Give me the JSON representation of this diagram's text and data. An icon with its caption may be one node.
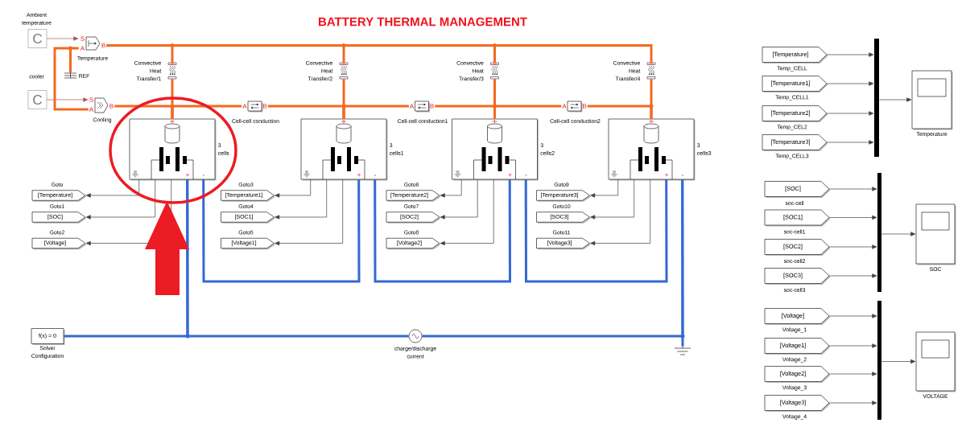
{
  "diagram": {
    "title": "BATTERY THERMAL MANAGEMENT",
    "nodes": [
      {
        "text": [
          "C"
        ],
        "beside": [
          "Ambient temperature"
        ]
      },
      {
        "text": [
          "S",
          "A",
          "B"
        ],
        "beside": [
          "Temperature"
        ]
      },
      {
        "text": [
          "REF"
        ]
      },
      {
        "text": [
          "C"
        ],
        "beside": [
          "cooler"
        ]
      },
      {
        "text": [
          "S",
          "A",
          "B"
        ],
        "beside": [
          "Cooling"
        ]
      },
      {
        "text": [],
        "shape": "picture",
        "beside": [
          "Convective Heat Transfer/1"
        ]
      },
      {
        "text": [],
        "shape": "picture",
        "beside": [
          "Convective Heat Transfer/2"
        ]
      },
      {
        "text": [],
        "shape": "picture",
        "beside": [
          "Convective Heat Transfer/3"
        ]
      },
      {
        "text": [],
        "shape": "picture",
        "beside": [
          "Convective Heat Transfer/4"
        ]
      },
      {
        "text": [
          "A",
          "B"
        ],
        "beside": [
          "Cell-cell conduction"
        ]
      },
      {
        "text": [
          "A",
          "B"
        ],
        "beside": [
          "Cell-cell conduction1"
        ]
      },
      {
        "text": [
          "A",
          "B"
        ],
        "beside": [
          "Cell-cell conduction2"
        ]
      },
      {
        "text": [],
        "shape": "box",
        "beside": [
          "3 cells"
        ]
      },
      {
        "text": [],
        "shape": "box",
        "beside": [
          "3 cells1"
        ]
      },
      {
        "text": [],
        "shape": "box",
        "beside": [
          "3 cells2"
        ]
      },
      {
        "text": [],
        "shape": "box",
        "beside": [
          "3 cells3"
        ]
      },
      {
        "text": [
          "[Temperature]"
        ],
        "beside": [
          "Goto"
        ]
      },
      {
        "text": [
          "[SOC]"
        ],
        "beside": [
          "Goto1"
        ]
      },
      {
        "text": [
          "[Voltage]"
        ],
        "beside": [
          "Goto2"
        ]
      },
      {
        "text": [
          "[Temperature1]"
        ],
        "beside": [
          "Goto3"
        ]
      },
      {
        "text": [
          "[SOC1]"
        ],
        "beside": [
          "Goto4"
        ]
      },
      {
        "text": [
          "[Voltage1]"
        ],
        "beside": [
          "Goto5"
        ]
      },
      {
        "text": [
          "[Temperature2]"
        ],
        "beside": [
          "Goto6"
        ]
      },
      {
        "text": [
          "[SOC2]"
        ],
        "beside": [
          "Goto7"
        ]
      },
      {
        "text": [
          "[Voltage2]"
        ],
        "beside": [
          "Goto8"
        ]
      },
      {
        "text": [
          "[Temperature3]"
        ],
        "beside": [
          "Goto9"
        ]
      },
      {
        "text": [
          "[SOC3]"
        ],
        "beside": [
          "Goto10"
        ]
      },
      {
        "text": [
          "[Voltage3]"
        ],
        "beside": [
          "Goto11"
        ]
      },
      {
        "text": [
          "f(x) = 0"
        ],
        "beside": [
          "Solver Configuration"
        ]
      },
      {
        "text": [],
        "shape": "circle",
        "beside": [
          "charge/discharge current"
        ]
      },
      {
        "text": [],
        "shape": "picture"
      },
      {
        "text": [
          "[Temperature]"
        ],
        "beside": [
          "Temp_CELL"
        ]
      },
      {
        "text": [
          "[Temperature1]"
        ],
        "beside": [
          "Temp_CELL1"
        ]
      },
      {
        "text": [
          "[Temperature2]"
        ],
        "beside": [
          "Temp_CEL2"
        ]
      },
      {
        "text": [
          "[Temperature3]"
        ],
        "beside": [
          "Temp_CELL3"
        ]
      },
      {
        "text": [],
        "shape": "bar"
      },
      {
        "text": [],
        "shape": "box",
        "beside": [
          "Temperature"
        ]
      },
      {
        "text": [
          "[SOC]"
        ],
        "beside": [
          "soc-cell"
        ]
      },
      {
        "text": [
          "[SOC1]"
        ],
        "beside": [
          "soc-cell1"
        ]
      },
      {
        "text": [
          "[SOC2]"
        ],
        "beside": [
          "soc-cell2"
        ]
      },
      {
        "text": [
          "[SOC3]"
        ],
        "beside": [
          "soc-cell3"
        ]
      },
      {
        "text": [],
        "shape": "bar"
      },
      {
        "text": [],
        "shape": "box",
        "beside": [
          "SOC"
        ]
      },
      {
        "text": [
          "[Voltage]"
        ],
        "beside": [
          "Voltage_1"
        ]
      },
      {
        "text": [
          "[Voltage1]"
        ],
        "beside": [
          "Voltage_2"
        ]
      },
      {
        "text": [
          "[Voltage2]"
        ],
        "beside": [
          "Voltage_3"
        ]
      },
      {
        "text": [
          "[Voltage3]"
        ],
        "beside": [
          "Voltage_4"
        ]
      },
      {
        "text": [],
        "shape": "bar"
      },
      {
        "text": [],
        "shape": "box",
        "beside": [
          "VOLTAGE"
        ]
      }
    ],
    "edges": [
      {
        "from": 0,
        "to": 1,
        "arrow": "to",
        "color": "#9e5a5a"
      },
      {
        "from": 3,
        "to": 4,
        "arrow": "to",
        "color": "#9e5a5a"
      },
      {
        "from": 2,
        "to": 1,
        "arrow": "none",
        "style": "thick",
        "color": "#f26a21"
      },
      {
        "from": 2,
        "to": 4,
        "arrow": "none",
        "style": "thick",
        "color": "#f26a21"
      },
      {
        "from": 1,
        "to": 5,
        "arrow": "none",
        "style": "thick",
        "color": "#f26a21"
      },
      {
        "from": 1,
        "to": 6,
        "arrow": "none",
        "style": "thick",
        "color": "#f26a21"
      },
      {
        "from": 1,
        "to": 7,
        "arrow": "none",
        "style": "thick",
        "color": "#f26a21"
      },
      {
        "from": 1,
        "to": 8,
        "arrow": "none",
        "style": "thick",
        "color": "#f26a21"
      },
      {
        "from": 4,
        "to": 12,
        "arrow": "none",
        "style": "thick",
        "color": "#f26a21"
      },
      {
        "from": 5,
        "to": 12,
        "arrow": "none",
        "style": "thick",
        "color": "#f26a21"
      },
      {
        "from": 9,
        "to": 12,
        "arrow": "none",
        "style": "thick",
        "color": "#f26a21"
      },
      {
        "from": 9,
        "to": 13,
        "arrow": "none",
        "style": "thick",
        "color": "#f26a21"
      },
      {
        "from": 6,
        "to": 13,
        "arrow": "none",
        "style": "thick",
        "color": "#f26a21"
      },
      {
        "from": 10,
        "to": 13,
        "arrow": "none",
        "style": "thick",
        "color": "#f26a21"
      },
      {
        "from": 10,
        "to": 14,
        "arrow": "none",
        "style": "thick",
        "color": "#f26a21"
      },
      {
        "from": 7,
        "to": 14,
        "arrow": "none",
        "style": "thick",
        "color": "#f26a21"
      },
      {
        "from": 11,
        "to": 14,
        "arrow": "none",
        "style": "thick",
        "color": "#f26a21"
      },
      {
        "from": 11,
        "to": 15,
        "arrow": "none",
        "style": "thick",
        "color": "#f26a21"
      },
      {
        "from": 8,
        "to": 15,
        "arrow": "none",
        "style": "thick",
        "color": "#f26a21"
      },
      {
        "from": 12,
        "to": 16,
        "arrow": "to"
      },
      {
        "from": 12,
        "to": 17,
        "arrow": "to"
      },
      {
        "from": 12,
        "to": 18,
        "arrow": "to"
      },
      {
        "from": 13,
        "to": 19,
        "arrow": "to"
      },
      {
        "from": 13,
        "to": 20,
        "arrow": "to"
      },
      {
        "from": 13,
        "to": 21,
        "arrow": "to"
      },
      {
        "from": 14,
        "to": 22,
        "arrow": "to"
      },
      {
        "from": 14,
        "to": 23,
        "arrow": "to"
      },
      {
        "from": 14,
        "to": 24,
        "arrow": "to"
      },
      {
        "from": 15,
        "to": 25,
        "arrow": "to"
      },
      {
        "from": 15,
        "to": 26,
        "arrow": "to"
      },
      {
        "from": 15,
        "to": 27,
        "arrow": "to"
      },
      {
        "from": 12,
        "to": 13,
        "arrow": "none",
        "style": "thick",
        "color": "#3568d4"
      },
      {
        "from": 13,
        "to": 14,
        "arrow": "none",
        "style": "thick",
        "color": "#3568d4"
      },
      {
        "from": 14,
        "to": 15,
        "arrow": "none",
        "style": "thick",
        "color": "#3568d4"
      },
      {
        "from": 28,
        "to": 12,
        "arrow": "none",
        "style": "thick",
        "color": "#3568d4"
      },
      {
        "from": 12,
        "to": 29,
        "arrow": "none",
        "style": "thick",
        "color": "#3568d4"
      },
      {
        "from": 29,
        "to": 15,
        "arrow": "none",
        "style": "thick",
        "color": "#3568d4"
      },
      {
        "from": 15,
        "to": 30,
        "arrow": "none",
        "style": "thick",
        "color": "#3568d4"
      },
      {
        "from": 31,
        "to": 35,
        "arrow": "to"
      },
      {
        "from": 32,
        "to": 35,
        "arrow": "to"
      },
      {
        "from": 33,
        "to": 35,
        "arrow": "to"
      },
      {
        "from": 34,
        "to": 35,
        "arrow": "to"
      },
      {
        "from": 35,
        "to": 36,
        "arrow": "to"
      },
      {
        "from": 37,
        "to": 41,
        "arrow": "to"
      },
      {
        "from": 38,
        "to": 41,
        "arrow": "to"
      },
      {
        "from": 39,
        "to": 41,
        "arrow": "to"
      },
      {
        "from": 40,
        "to": 41,
        "arrow": "to"
      },
      {
        "from": 41,
        "to": 42,
        "arrow": "to"
      },
      {
        "from": 43,
        "to": 47,
        "arrow": "to"
      },
      {
        "from": 44,
        "to": 47,
        "arrow": "to"
      },
      {
        "from": 45,
        "to": 47,
        "arrow": "to"
      },
      {
        "from": 46,
        "to": 47,
        "arrow": "to"
      },
      {
        "from": 47,
        "to": 48,
        "arrow": "to"
      }
    ]
  }
}
